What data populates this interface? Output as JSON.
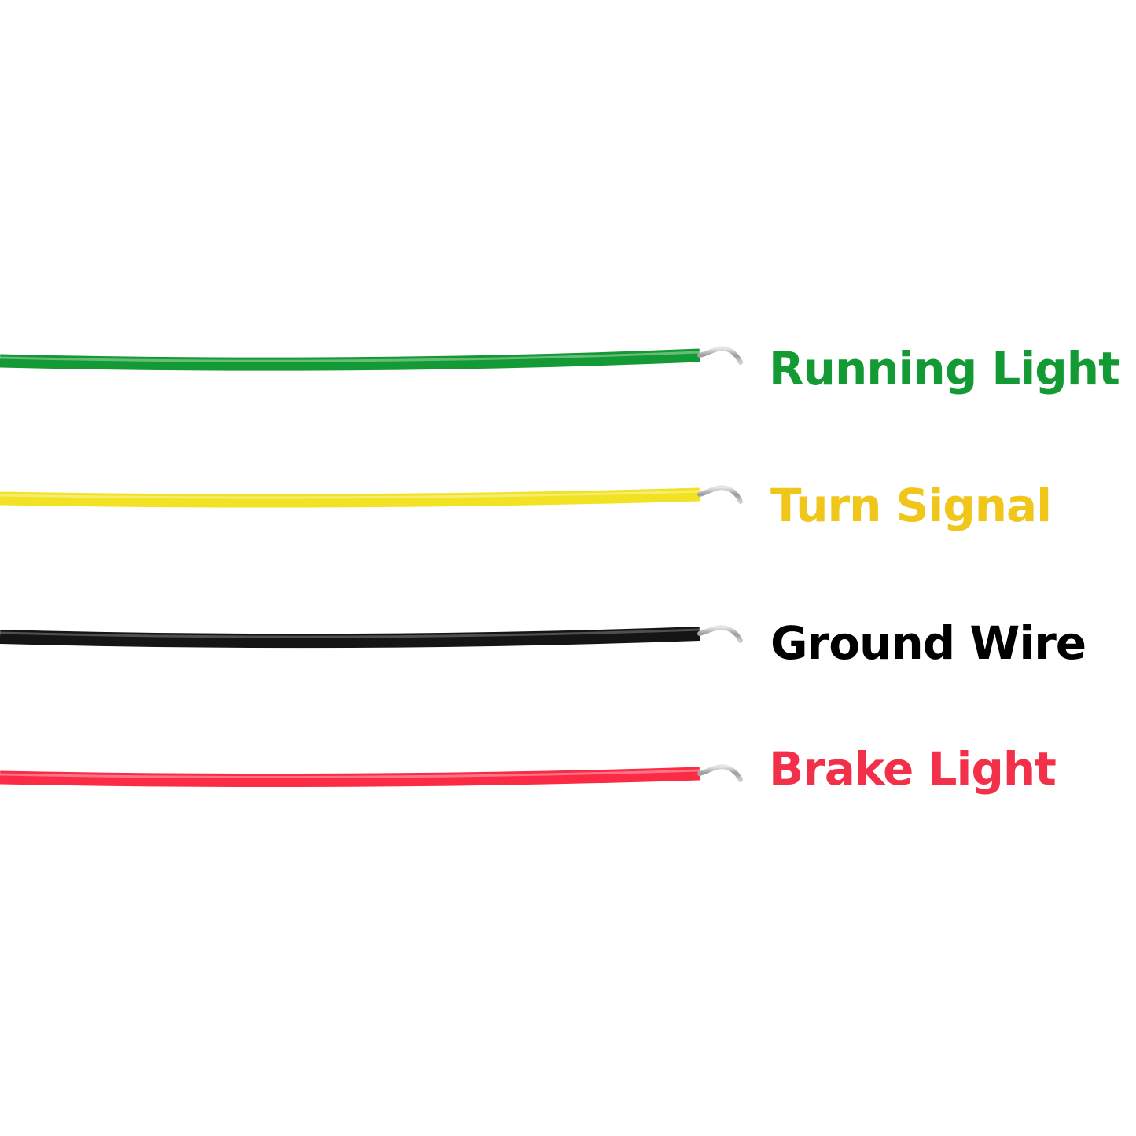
{
  "wires": [
    {
      "label": "Running Light",
      "color": "#149a34",
      "color_shade": "#0e7c28"
    },
    {
      "label": "Turn Signal",
      "color": "#f2e224",
      "color_shade": "#d9c70e",
      "label_color": "#f0c61a"
    },
    {
      "label": "Ground Wire",
      "color": "#151515",
      "color_shade": "#000000",
      "label_color": "#000000"
    },
    {
      "label": "Brake Light",
      "color": "#fb2a45",
      "color_shade": "#e01230",
      "label_color": "#f2304a"
    }
  ]
}
